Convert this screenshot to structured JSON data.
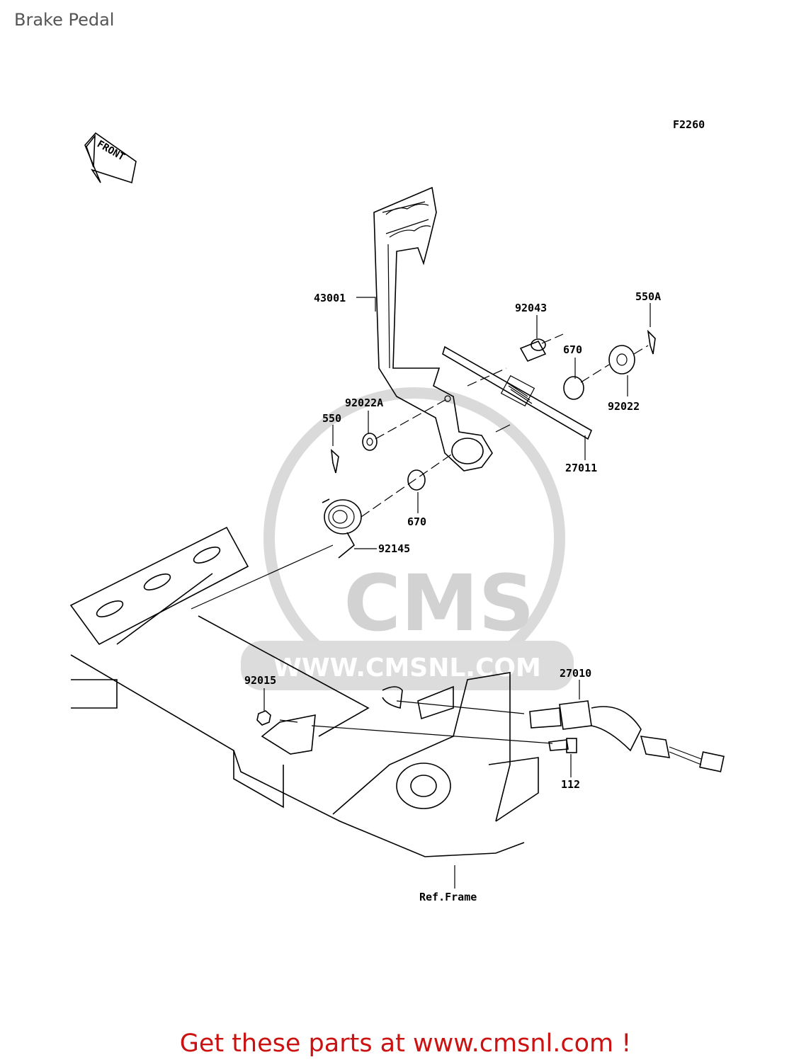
{
  "page": {
    "title": "Brake Pedal"
  },
  "diagram": {
    "code": "F2260",
    "front_label": "FRONT",
    "watermark": "WWW.CMSNL.COM",
    "watermark_logo": "CMS",
    "parts": {
      "p43001": "43001",
      "p92043": "92043",
      "p550A": "550A",
      "p670a": "670",
      "p92022A": "92022A",
      "p550": "550",
      "p92022": "92022",
      "p27011": "27011",
      "p670b": "670",
      "p92145": "92145",
      "p92015": "92015",
      "p27010": "27010",
      "p112": "112",
      "ref_frame": "Ref.Frame"
    }
  },
  "footer": {
    "link_text": "Get these parts at www.cmsnl.com !"
  }
}
